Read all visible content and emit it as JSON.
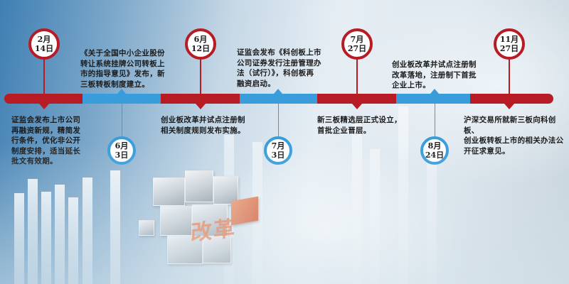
{
  "title_graphic_text": "改革",
  "colors": {
    "red_accent": "#b71c24",
    "blue_accent": "#3a9ddb",
    "text": "#1c1c1c"
  },
  "timeline": {
    "segments": [
      "red",
      "blue",
      "red",
      "blue",
      "red",
      "blue",
      "red"
    ],
    "events": [
      {
        "id": "feb14",
        "month": "2月",
        "day": "14日",
        "color": "red",
        "position": "above",
        "text_lines": [
          "证监会发布上市公司",
          "再融资新规，精简发",
          "行条件，优化非公开",
          "制度安排，适当延长",
          "批文有效期。"
        ]
      },
      {
        "id": "jun3",
        "month": "6月",
        "day": "3日",
        "color": "blue",
        "position": "below",
        "text_lines": [
          "《关于全国中小企业股份",
          "转让系统挂牌公司转板上",
          "市的指导意见》发布，新",
          "三板转板制度建立。"
        ]
      },
      {
        "id": "jun12",
        "month": "6月",
        "day": "12日",
        "color": "red",
        "position": "above",
        "text_lines": [
          "创业板改革并试点注册制",
          "相关制度规则发布实施。"
        ]
      },
      {
        "id": "jul3",
        "month": "7月",
        "day": "3日",
        "color": "blue",
        "position": "below",
        "text_lines": [
          "证监会发布《科创板上市",
          "公司证券发行注册管理办",
          "法（试行）》，科创板再",
          "融资启动。"
        ]
      },
      {
        "id": "jul27",
        "month": "7月",
        "day": "27日",
        "color": "red",
        "position": "above",
        "text_lines": [
          "新三板精选层正式设立，",
          "首批企业晋层。"
        ]
      },
      {
        "id": "aug24",
        "month": "8月",
        "day": "24日",
        "color": "blue",
        "position": "below",
        "text_lines": [
          "创业板改革并试点注册制",
          "改革落地，注册制下首批",
          "企业上市。"
        ]
      },
      {
        "id": "nov27",
        "month": "11月",
        "day": "27日",
        "color": "red",
        "position": "above",
        "text_lines": [
          "沪深交易所就新三板向科创板、",
          "创业板转板上市的相关办法公",
          "开征求意见。"
        ]
      }
    ]
  }
}
